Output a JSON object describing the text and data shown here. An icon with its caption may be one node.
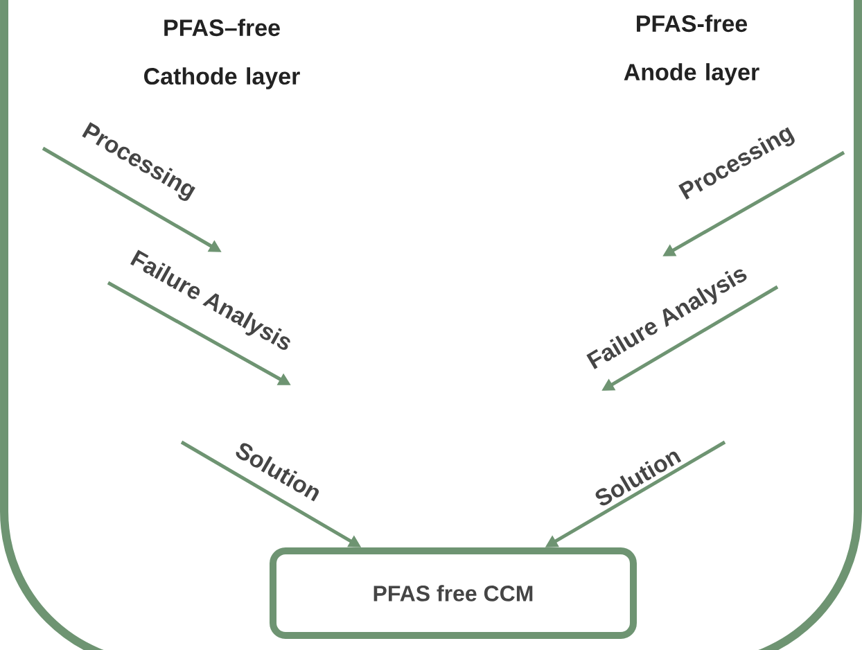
{
  "diagram": {
    "nodes": [
      {
        "text": [],
        "shape": "box"
      },
      {
        "text": [
          "PFAS–free Cathode layer"
        ],
        "in": 0
      },
      {
        "text": [
          "PFAS-free Anode layer"
        ],
        "in": 0
      },
      {
        "text": [
          "PFAS free CCM"
        ],
        "in": 0
      }
    ],
    "edges": [
      {
        "from": null,
        "to": 3,
        "arrow": "to",
        "label": "Solution"
      },
      {
        "from": null,
        "to": 3,
        "arrow": "to",
        "label": "Solution"
      }
    ],
    "labels": [
      "Processing",
      "Processing",
      "Failure Analysis",
      "Failure Analysis"
    ]
  }
}
